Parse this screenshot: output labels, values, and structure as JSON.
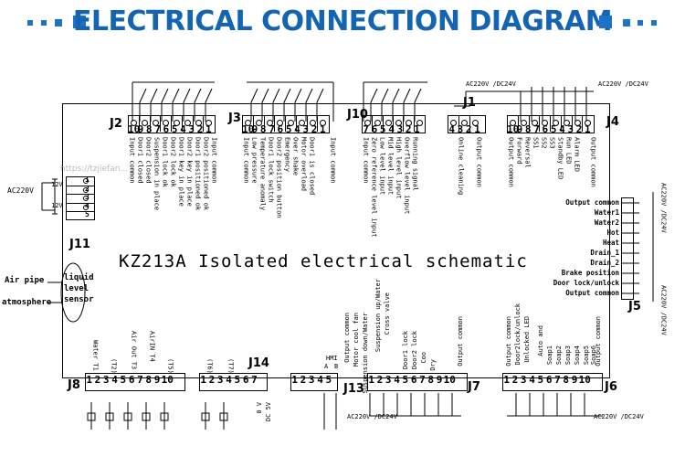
{
  "header": {
    "title": "ELECTRICAL CONNECTION DIAGRAM"
  },
  "schematic_title": "KZ213A  Isolated electrical schematic",
  "watermark": "https://tzjiefan...",
  "connectors": {
    "J2": {
      "label": "J2",
      "pins": [
        "10",
        "9",
        "8",
        "7",
        "6",
        "5",
        "4",
        "3",
        "2",
        "1"
      ],
      "signals": [
        "Input common",
        "Door1 closed",
        "Door2 closed",
        "Suspension in place",
        "Door1 lock ok",
        "Door2 lock ok",
        "Door1 key in place",
        "Door2 key in place",
        "Door1 positioned ok",
        "Door2 positioned ok",
        "Input common"
      ]
    },
    "J3": {
      "label": "J3",
      "pins": [
        "10",
        "9",
        "8",
        "7",
        "6",
        "5",
        "4",
        "3",
        "2",
        "1"
      ],
      "signals": [
        "Input common",
        "Low pressure",
        "Temperature anomaly",
        "Door1 lock switch",
        "Door2 position button",
        "Emergency",
        "Over shake",
        "Motor overload",
        "Door1 is closed",
        "Input common"
      ]
    },
    "J10": {
      "label": "J10",
      "pins": [
        "7",
        "6",
        "5",
        "4",
        "3",
        "2",
        "1"
      ],
      "signals": [
        "Input common",
        "Zero reference level input",
        "Low level input",
        "Mid level input",
        "High level input",
        "Overflow level input",
        "Running signal"
      ]
    },
    "J1": {
      "label": "J1",
      "pins": [
        "4",
        "3",
        "2",
        "1"
      ],
      "signals": [
        "Online cleaning",
        "Output common"
      ]
    },
    "J4": {
      "label": "J4",
      "pins": [
        "10",
        "9",
        "8",
        "7",
        "6",
        "5",
        "4",
        "3",
        "2",
        "1"
      ],
      "signals": [
        "Output common",
        "Forward",
        "Reversal",
        "SS1",
        "SS2",
        "SS3",
        "Standby LED",
        "Run LED",
        "Alarm LED",
        "Output common"
      ]
    },
    "J5": {
      "label": "J5",
      "signals": [
        "Output common",
        "Water1",
        "Water2",
        "Hot",
        "Heat",
        "Drain_1",
        "Drain_2",
        "Brake position",
        "Door lock/unlock",
        "Output common"
      ]
    },
    "J11": {
      "label": "J11",
      "pins": [
        "1",
        "2",
        "3",
        "4",
        "5"
      ],
      "voltages": [
        "12V",
        "12V"
      ],
      "supply": "AC220V"
    },
    "J8": {
      "label": "J8",
      "pins": [
        "1",
        "2",
        "3",
        "4",
        "5",
        "6",
        "7",
        "8",
        "9",
        "10"
      ],
      "signals": [
        "Water T1",
        "(T2)",
        "Air Out T3",
        "AirIN T4",
        "(T5)"
      ]
    },
    "J14": {
      "label": "J14",
      "pins": [
        "1",
        "2",
        "3",
        "4",
        "5",
        "6",
        "7"
      ],
      "signals": [
        "(T6)",
        "(T7)",
        "DC 5V",
        "0 V"
      ]
    },
    "J13": {
      "label": "J13",
      "pins": [
        "1",
        "2",
        "3",
        "4",
        "5"
      ],
      "signals": [
        "HMI",
        "A",
        "B"
      ]
    },
    "J7": {
      "label": "J7",
      "pins": [
        "1",
        "2",
        "3",
        "4",
        "5",
        "6",
        "7",
        "8",
        "9",
        "10"
      ],
      "signals": [
        "Output common",
        "Motor cool fan",
        "Suspension down/Water",
        "Suspension up/Water",
        "Cross valve",
        "Door1 lock",
        "Door2 lock",
        "Coo",
        "Dry",
        "Output common"
      ]
    },
    "J6": {
      "label": "J6",
      "pins": [
        "1",
        "2",
        "3",
        "4",
        "5",
        "6",
        "7",
        "8",
        "9",
        "10"
      ],
      "signals": [
        "Output common",
        "Door2lock/unlock",
        "Unlocked LED",
        "Auto and",
        "Soap1",
        "Soap2",
        "Soap3",
        "Soap4",
        "Soap5",
        "Soap6",
        "Output common"
      ]
    }
  },
  "supplies": [
    "AC220V /DC24V",
    "AC220V /DC24V",
    "AC220V /DC24V",
    "AC220V /DC24V",
    "AC220V /DC24V",
    "AC220V /DC24V"
  ],
  "sensor": {
    "liquid": "liquid level sensor",
    "air_pipe": "Air pipe",
    "atmosphere": "atmosphere"
  }
}
